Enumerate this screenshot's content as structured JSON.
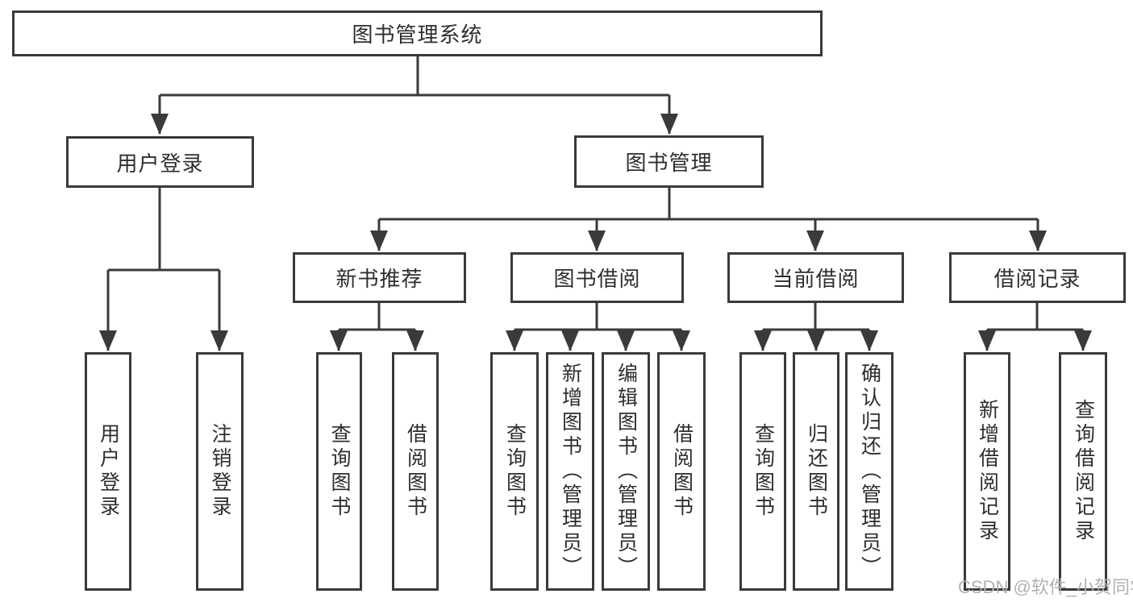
{
  "diagram": {
    "title_node": {
      "label": "图书管理系统"
    },
    "tree": {
      "root": {
        "label": "图书管理系统"
      },
      "branches": [
        {
          "label": "用户登录",
          "children": [
            {
              "label": "用户登录"
            },
            {
              "label": "注销登录"
            }
          ]
        },
        {
          "label": "图书管理",
          "children": [
            {
              "label": "新书推荐",
              "children": [
                {
                  "label": "查询图书"
                },
                {
                  "label": "借阅图书"
                }
              ]
            },
            {
              "label": "图书借阅",
              "children": [
                {
                  "label": "查询图书"
                },
                {
                  "label": "新增图书（管理员）"
                },
                {
                  "label": "编辑图书（管理员）"
                },
                {
                  "label": "借阅图书"
                }
              ]
            },
            {
              "label": "当前借阅",
              "children": [
                {
                  "label": "查询图书"
                },
                {
                  "label": "归还图书"
                },
                {
                  "label": "确认归还（管理员）"
                }
              ]
            },
            {
              "label": "借阅记录",
              "children": [
                {
                  "label": "新增借阅记录"
                },
                {
                  "label": "查询借阅记录"
                }
              ]
            }
          ]
        }
      ]
    },
    "watermark": {
      "text": "CSDN @软件_小贺同学"
    },
    "colors": {
      "line": "#3a3a3a",
      "text": "#2e2e2e",
      "watermark": "#b3b0b0",
      "background": "#ffffff"
    }
  }
}
